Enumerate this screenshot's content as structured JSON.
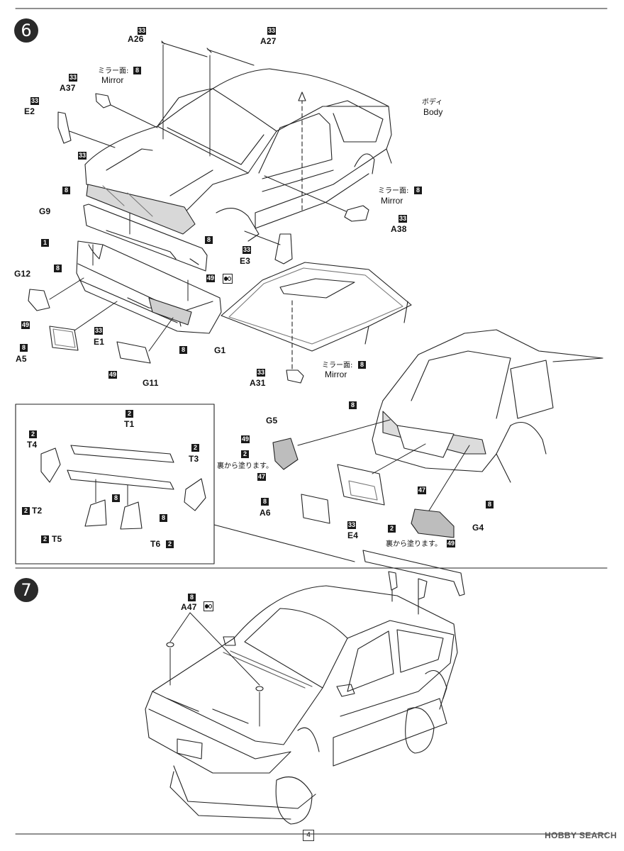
{
  "steps": {
    "six": "6",
    "seven": "7"
  },
  "labels": {
    "a26": "A26",
    "a27": "A27",
    "a37": "A37",
    "e2": "E2",
    "mirror_face_jp": "ミラー面:",
    "mirror": "Mirror",
    "body_jp": "ボディ",
    "body": "Body",
    "g9": "G9",
    "a38": "A38",
    "e3": "E3",
    "g12": "G12",
    "e1": "E1",
    "a5": "A5",
    "g1": "G1",
    "g11": "G11",
    "a31": "A31",
    "t1": "T1",
    "t2": "T2",
    "t3": "T3",
    "t4": "T4",
    "t5": "T5",
    "t6": "T6",
    "g5": "G5",
    "paint_back_jp": "裏から塗ります。",
    "a6": "A6",
    "e4": "E4",
    "g4": "G4",
    "a47": "A47"
  },
  "colors": {
    "c1": "1",
    "c2": "2",
    "c8": "8",
    "c33": "33",
    "c47": "47",
    "c49": "49"
  },
  "page_number": "4",
  "watermark": "HOBBY SEARCH"
}
